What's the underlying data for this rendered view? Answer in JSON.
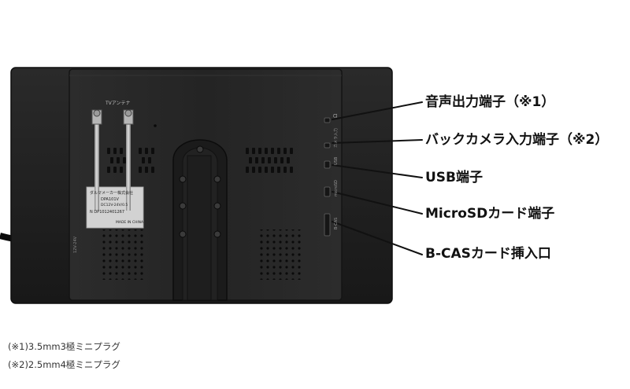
{
  "device": {
    "antenna_label": "TVアンテナ",
    "sticker": {
      "maker": "ダルマメーカー株式会社",
      "model": "DPA101V",
      "power": "DC12V-24V/0.5",
      "serial": "N DP1012401267",
      "origin": "MADE IN CHINA"
    },
    "port_marks": {
      "audio": "Ω",
      "back_camera": "カメラ入力",
      "usb": "USB",
      "microsd": "microSD",
      "bcas": "B-CAS"
    },
    "power_mark": "12V-24V"
  },
  "callouts": [
    {
      "label": "音声出力端子（※1）"
    },
    {
      "label": "バックカメラ入力端子（※2）"
    },
    {
      "label": "USB端子"
    },
    {
      "label": "MicroSDカード端子"
    },
    {
      "label": "B-CASカード挿入口"
    }
  ],
  "footnotes": [
    "(※1)3.5mm3極ミニプラグ",
    "(※2)2.5mm4極ミニプラグ"
  ],
  "colors": {
    "body": "#1c1c1c",
    "panel": "#262626",
    "line": "#111111",
    "accent_label": "#111111"
  }
}
